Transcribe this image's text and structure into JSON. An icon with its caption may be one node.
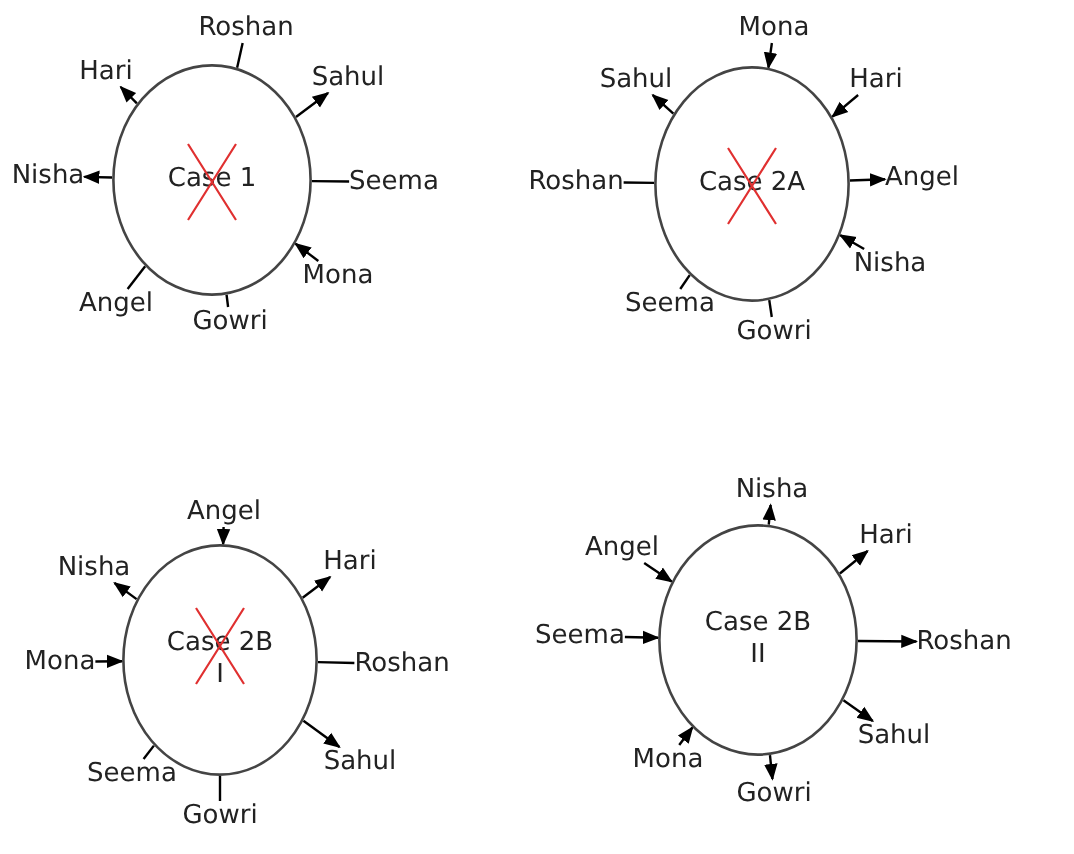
{
  "diagram": {
    "nodes": [
      {
        "text": [
          "Case 1"
        ]
      },
      {
        "text": [
          "Roshan"
        ]
      },
      {
        "text": [
          "Hari"
        ]
      },
      {
        "text": [
          "Sahul"
        ]
      },
      {
        "text": [
          "Nisha"
        ]
      },
      {
        "text": [
          "Seema"
        ]
      },
      {
        "text": [
          "Mona"
        ]
      },
      {
        "text": [
          "Angel"
        ]
      },
      {
        "text": [
          "Gowri"
        ]
      },
      {
        "text": [
          "Case 2A"
        ]
      },
      {
        "text": [
          "Mona"
        ]
      },
      {
        "text": [
          "Sahul"
        ]
      },
      {
        "text": [
          "Hari"
        ]
      },
      {
        "text": [
          "Roshan"
        ]
      },
      {
        "text": [
          "Angel"
        ]
      },
      {
        "text": [
          "Nisha"
        ]
      },
      {
        "text": [
          "Seema"
        ]
      },
      {
        "text": [
          "Gowri"
        ]
      },
      {
        "text": [
          "Case 2B I"
        ]
      },
      {
        "text": [
          "Angel"
        ]
      },
      {
        "text": [
          "Nisha"
        ]
      },
      {
        "text": [
          "Hari"
        ]
      },
      {
        "text": [
          "Mona"
        ]
      },
      {
        "text": [
          "Roshan"
        ]
      },
      {
        "text": [
          "Sahul"
        ]
      },
      {
        "text": [
          "Seema"
        ]
      },
      {
        "text": [
          "Gowri"
        ]
      },
      {
        "text": [
          "Case 2B II"
        ]
      },
      {
        "text": [
          "Nisha"
        ]
      },
      {
        "text": [
          "Angel"
        ]
      },
      {
        "text": [
          "Hari"
        ]
      },
      {
        "text": [
          "Seema"
        ]
      },
      {
        "text": [
          "Roshan"
        ]
      },
      {
        "text": [
          "Sahul"
        ]
      },
      {
        "text": [
          "Mona"
        ]
      },
      {
        "text": [
          "Gowri"
        ]
      }
    ],
    "edges": [
      {
        "from": 0,
        "to": 1,
        "arrow": "none"
      },
      {
        "from": 0,
        "to": 2,
        "arrow": "to"
      },
      {
        "from": 0,
        "to": 3,
        "arrow": "to"
      },
      {
        "from": 0,
        "to": 4,
        "arrow": "to"
      },
      {
        "from": 0,
        "to": 5,
        "arrow": "none"
      },
      {
        "from": 6,
        "to": 0,
        "arrow": "to"
      },
      {
        "from": 0,
        "to": 7,
        "arrow": "none"
      },
      {
        "from": 0,
        "to": 8,
        "arrow": "none"
      },
      {
        "from": 10,
        "to": 9,
        "arrow": "to"
      },
      {
        "from": 9,
        "to": 11,
        "arrow": "to"
      },
      {
        "from": 12,
        "to": 9,
        "arrow": "to"
      },
      {
        "from": 9,
        "to": 13,
        "arrow": "none"
      },
      {
        "from": 9,
        "to": 14,
        "arrow": "to"
      },
      {
        "from": 15,
        "to": 9,
        "arrow": "to"
      },
      {
        "from": 9,
        "to": 16,
        "arrow": "none"
      },
      {
        "from": 9,
        "to": 17,
        "arrow": "none"
      },
      {
        "from": 19,
        "to": 18,
        "arrow": "to"
      },
      {
        "from": 18,
        "to": 20,
        "arrow": "to"
      },
      {
        "from": 18,
        "to": 21,
        "arrow": "to"
      },
      {
        "from": 22,
        "to": 18,
        "arrow": "to"
      },
      {
        "from": 18,
        "to": 23,
        "arrow": "none"
      },
      {
        "from": 18,
        "to": 24,
        "arrow": "to"
      },
      {
        "from": 18,
        "to": 25,
        "arrow": "none"
      },
      {
        "from": 18,
        "to": 26,
        "arrow": "none"
      },
      {
        "from": 27,
        "to": 28,
        "arrow": "to"
      },
      {
        "from": 29,
        "to": 27,
        "arrow": "to"
      },
      {
        "from": 27,
        "to": 30,
        "arrow": "to"
      },
      {
        "from": 31,
        "to": 27,
        "arrow": "to"
      },
      {
        "from": 27,
        "to": 32,
        "arrow": "to"
      },
      {
        "from": 27,
        "to": 33,
        "arrow": "to"
      },
      {
        "from": 34,
        "to": 27,
        "arrow": "to"
      },
      {
        "from": 27,
        "to": 35,
        "arrow": "to"
      }
    ]
  }
}
